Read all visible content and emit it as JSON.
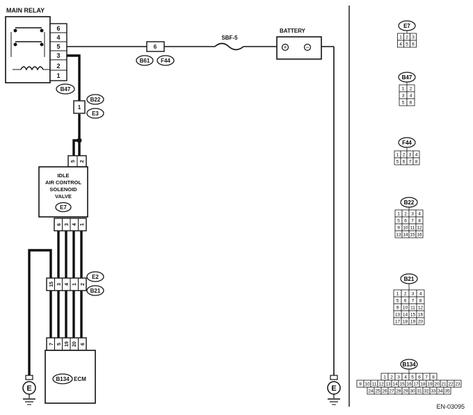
{
  "main_relay": {
    "title": "MAIN RELAY",
    "pins": [
      "6",
      "4",
      "5",
      "3",
      "2",
      "1"
    ],
    "connector": "B47"
  },
  "fuse": {
    "pin": "6",
    "conn_left": "B61",
    "conn_right": "F44",
    "name": "SBF-5"
  },
  "battery": {
    "title": "BATTERY",
    "plus": "+",
    "minus": "−"
  },
  "joint_b22": {
    "pin": "1",
    "conn_top": "B22",
    "conn_bottom": "E3"
  },
  "iacv": {
    "top_pins": [
      "5",
      "2"
    ],
    "lines": [
      "IDLE",
      "AIR CONTROL",
      "SOLENOID",
      "VALVE"
    ],
    "code": "E7",
    "bottom_pins": [
      "6",
      "3",
      "4",
      "1"
    ]
  },
  "joint_e2": {
    "pins": [
      "15",
      "3",
      "4",
      "1",
      "2"
    ],
    "conn_top": "E2",
    "conn_bottom": "B21"
  },
  "ecm": {
    "pins": [
      "7",
      "5",
      "19",
      "20",
      "6"
    ],
    "code": "B134",
    "name": "ECM"
  },
  "ground": {
    "symbol": "E"
  },
  "figure_id": "EN-03095",
  "connectors": {
    "e7": {
      "name": "E7",
      "rows": [
        [
          "1",
          "2",
          "3"
        ],
        [
          "4",
          "5",
          "6"
        ]
      ]
    },
    "b47": {
      "name": "B47",
      "rows": [
        [
          "1",
          "2"
        ],
        [
          "3",
          "4"
        ],
        [
          "5",
          "6"
        ]
      ]
    },
    "f44": {
      "name": "F44",
      "rows": [
        [
          "1",
          "2",
          "3",
          "4"
        ],
        [
          "5",
          "6",
          "7",
          "8"
        ]
      ]
    },
    "b22": {
      "name": "B22",
      "rows": [
        [
          "1",
          "2",
          "3",
          "4"
        ],
        [
          "5",
          "6",
          "7",
          "8"
        ],
        [
          "9",
          "10",
          "11",
          "12"
        ],
        [
          "13",
          "14",
          "15",
          "16"
        ]
      ]
    },
    "b21": {
      "name": "B21",
      "rows": [
        [
          "1",
          "2",
          "3",
          "4"
        ],
        [
          "5",
          "6",
          "7",
          "8"
        ],
        [
          "9",
          "10",
          "11",
          "12"
        ],
        [
          "13",
          "14",
          "15",
          "16"
        ],
        [
          "17",
          "18",
          "19",
          "20"
        ]
      ]
    },
    "b134": {
      "name": "B134",
      "rows": [
        [
          "1",
          "2",
          "3",
          "4",
          "5",
          "6",
          "7",
          "8"
        ],
        [
          "9",
          "10",
          "11",
          "12",
          "13",
          "14",
          "15",
          "16",
          "17",
          "18",
          "19",
          "20",
          "21",
          "22",
          "23"
        ],
        [
          "24",
          "25",
          "26",
          "27",
          "28",
          "29",
          "30",
          "31",
          "32",
          "33",
          "34",
          "35"
        ]
      ]
    }
  }
}
